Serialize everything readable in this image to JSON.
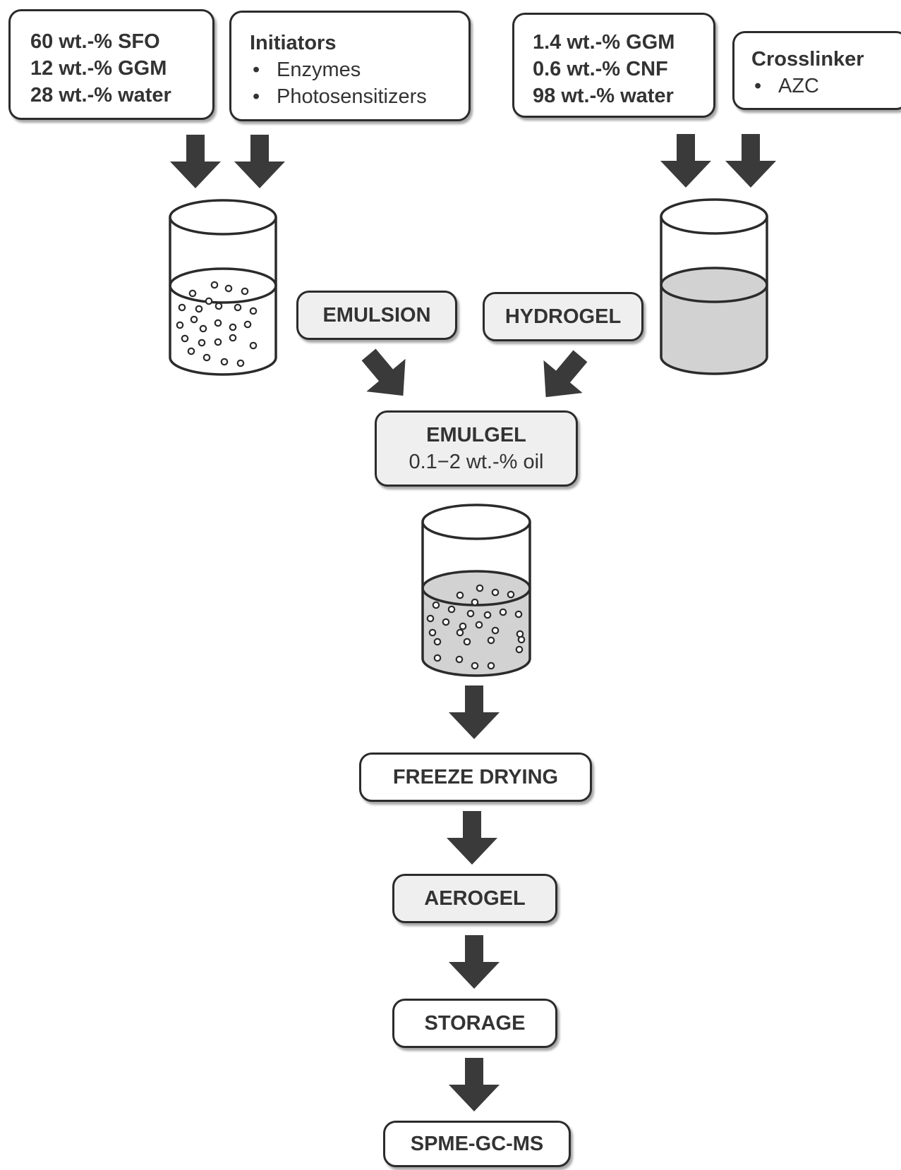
{
  "diagram": {
    "emulsion_composition": [
      "60 wt.-% SFO",
      "12 wt.-% GGM",
      "28 wt.-% water"
    ],
    "initiators": {
      "title": "Initiators",
      "items": [
        "Enzymes",
        "Photosensitizers"
      ]
    },
    "hydrogel_composition": [
      "1.4 wt.-% GGM",
      "0.6 wt.-% CNF",
      "98 wt.-% water"
    ],
    "crosslinker": {
      "title": "Crosslinker",
      "items": [
        "AZC"
      ]
    },
    "emulsion_label": "EMULSION",
    "hydrogel_label": "HYDROGEL",
    "emulgel": {
      "title": "EMULGEL",
      "subtitle": "0.1−2 wt.-% oil"
    },
    "steps": [
      "FREEZE DRYING",
      "AEROGEL",
      "STORAGE",
      "SPME-GC-MS"
    ]
  },
  "colors": {
    "arrow": "#3a3a3a",
    "outline": "#2b2b2b",
    "box_fill_white": "#ffffff",
    "box_fill_grey": "#efefef",
    "liquid_grey": "#d2d2d2"
  }
}
